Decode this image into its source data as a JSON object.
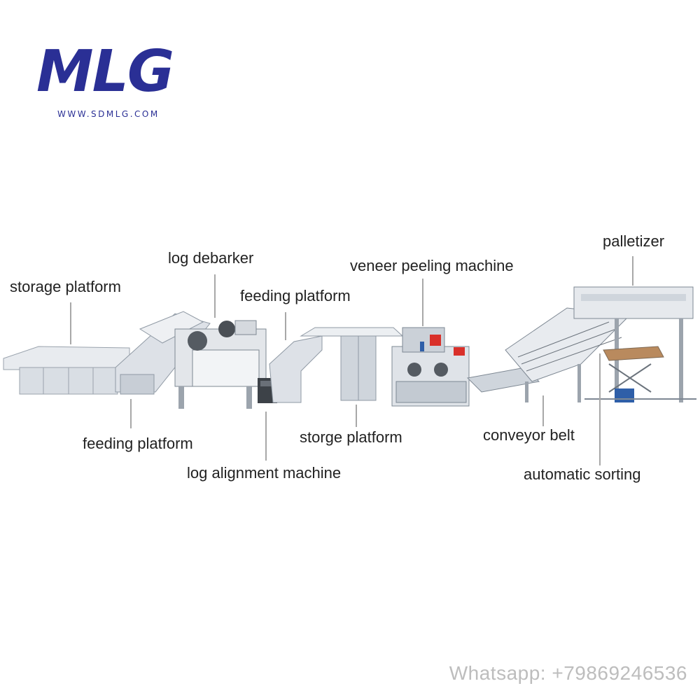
{
  "brand": {
    "name": "MLG",
    "website": "WWW.SDMLG.COM"
  },
  "labels": {
    "storage_platform": "storage platform",
    "log_debarker": "log debarker",
    "feeding_platform_top": "feeding platform",
    "veneer_peeling_machine": "veneer peeling machine",
    "palletizer": "palletizer",
    "feeding_platform_bottom": "feeding platform",
    "log_alignment_machine": "log alignment machine",
    "storge_platform": "storge platform",
    "conveyor_belt": "conveyor belt",
    "automatic_sorting": "automatic sorting"
  },
  "watermark": "Whatsapp: +79869246536",
  "colors": {
    "brand": "#2a2f95",
    "machine_body": "#dfe3e8",
    "machine_shade": "#b9c0c9",
    "accent_red": "#d9302a",
    "accent_blue": "#2f5fa8"
  }
}
